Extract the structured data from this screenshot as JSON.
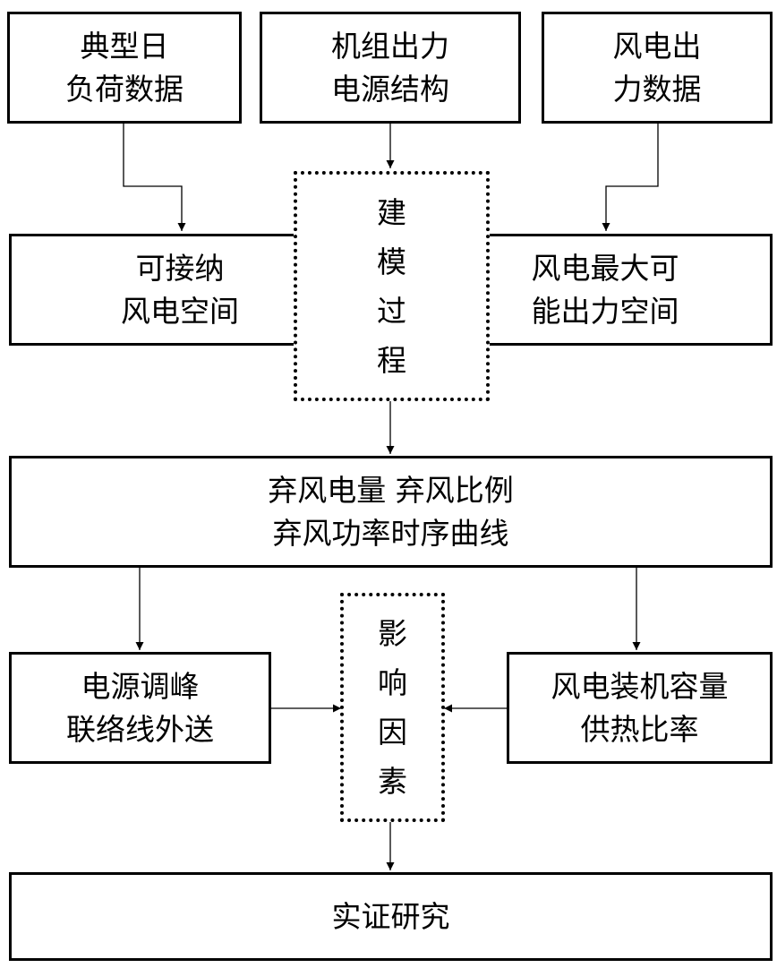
{
  "inputs": {
    "typical_load": [
      "典型日",
      "负荷数据"
    ],
    "unit_output": [
      "机组出力",
      "电源结构"
    ],
    "wind_output": [
      "风电出",
      "力数据"
    ]
  },
  "modeling_process": [
    "建",
    "模",
    "过",
    "程"
  ],
  "spaces": {
    "acceptable_wind": [
      "可接纳",
      "风电空间"
    ],
    "max_wind": [
      "风电最大可",
      "能出力空间"
    ]
  },
  "curtailment": [
    "弃风电量 弃风比例",
    "弃风功率时序曲线"
  ],
  "influence_factors": [
    "影",
    "响",
    "因",
    "素"
  ],
  "factors_left": [
    "电源调峰",
    "联络线外送"
  ],
  "factors_right": [
    "风电装机容量",
    "供热比率"
  ],
  "empirical": [
    "实证研究"
  ]
}
